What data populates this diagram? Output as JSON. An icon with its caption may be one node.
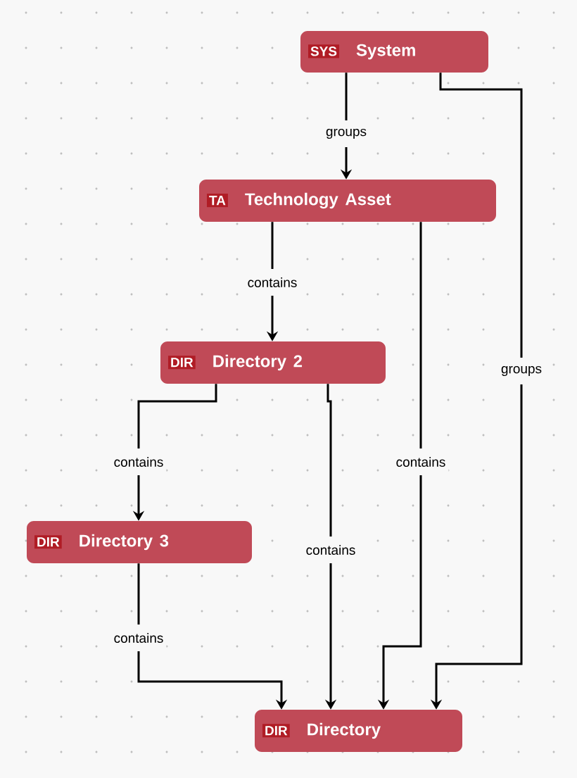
{
  "diagram": {
    "nodes": [
      {
        "text": [
          "SYS",
          "System"
        ]
      },
      {
        "text": [
          "TA",
          "Technology Asset"
        ]
      },
      {
        "text": [
          "DIR",
          "Directory 2"
        ]
      },
      {
        "text": [
          "DIR",
          "Directory 3"
        ]
      },
      {
        "text": [
          "DIR",
          "Directory"
        ]
      }
    ],
    "edges": [
      {
        "from": 0,
        "to": 1,
        "arrow": "to",
        "label": "groups"
      },
      {
        "from": 1,
        "to": 2,
        "arrow": "to",
        "label": "contains"
      },
      {
        "from": 2,
        "to": 3,
        "arrow": "to",
        "label": "contains"
      },
      {
        "from": 2,
        "to": 4,
        "arrow": "to",
        "label": "contains"
      },
      {
        "from": 1,
        "to": 4,
        "arrow": "to",
        "label": "contains"
      },
      {
        "from": 0,
        "to": 4,
        "arrow": "to",
        "label": "groups"
      },
      {
        "from": 3,
        "to": 4,
        "arrow": "to",
        "label": "contains"
      }
    ]
  }
}
